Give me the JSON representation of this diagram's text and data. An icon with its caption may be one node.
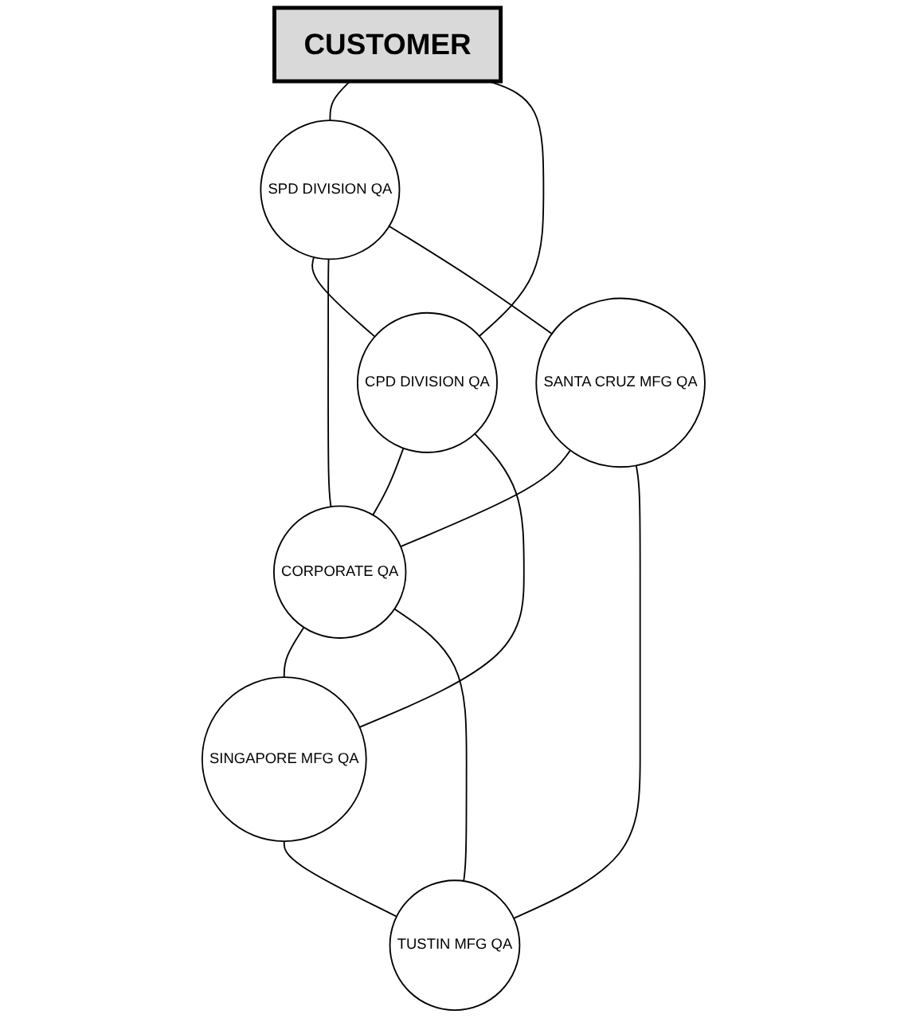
{
  "diagram": {
    "nodes": [
      {
        "text": [
          "CUSTOMER"
        ]
      },
      {
        "text": [
          "SPD DIVISION QA"
        ]
      },
      {
        "text": [
          "CPD DIVISION QA"
        ]
      },
      {
        "text": [
          "CORPORATE QA"
        ]
      },
      {
        "text": [
          "SANTA CRUZ MFG QA"
        ]
      },
      {
        "text": [
          "SINGAPORE MFG QA"
        ]
      },
      {
        "text": [
          "TUSTIN MFG QA"
        ]
      }
    ],
    "edges": [
      {
        "from": 0,
        "to": 1,
        "arrow": "none"
      },
      {
        "from": 0,
        "to": 2,
        "arrow": "none"
      },
      {
        "from": 1,
        "to": 2,
        "arrow": "none"
      },
      {
        "from": 1,
        "to": 3,
        "arrow": "none"
      },
      {
        "from": 2,
        "to": 3,
        "arrow": "none"
      },
      {
        "from": 1,
        "to": 4,
        "arrow": "none"
      },
      {
        "from": 2,
        "to": 5,
        "arrow": "none"
      },
      {
        "from": 4,
        "to": 3,
        "arrow": "none"
      },
      {
        "from": 3,
        "to": 5,
        "arrow": "none"
      },
      {
        "from": 3,
        "to": 6,
        "arrow": "none"
      },
      {
        "from": 4,
        "to": 6,
        "arrow": "none"
      },
      {
        "from": 5,
        "to": 6,
        "arrow": "none"
      }
    ]
  }
}
